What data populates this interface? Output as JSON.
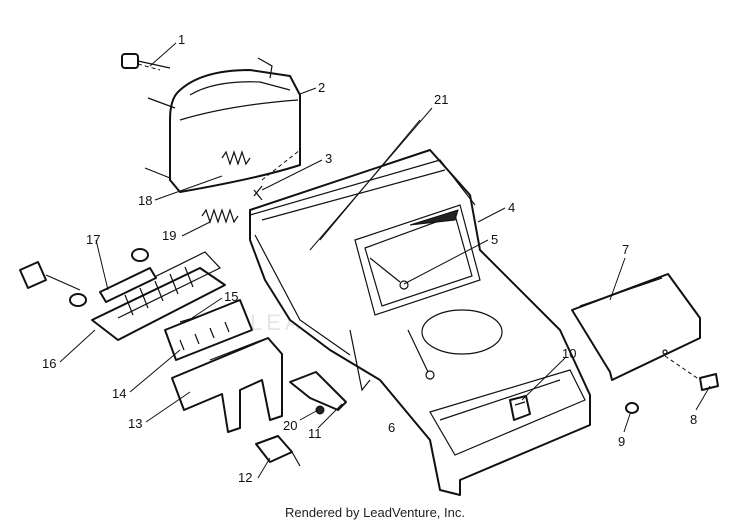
{
  "diagram": {
    "callouts": [
      "1",
      "2",
      "3",
      "4",
      "5",
      "6",
      "7",
      "8",
      "9",
      "10",
      "11",
      "12",
      "13",
      "14",
      "15",
      "16",
      "17",
      "18",
      "19",
      "20",
      "21"
    ],
    "watermark": "LEADVENTURE"
  },
  "footer": {
    "text": "Rendered by LeadVenture, Inc."
  }
}
